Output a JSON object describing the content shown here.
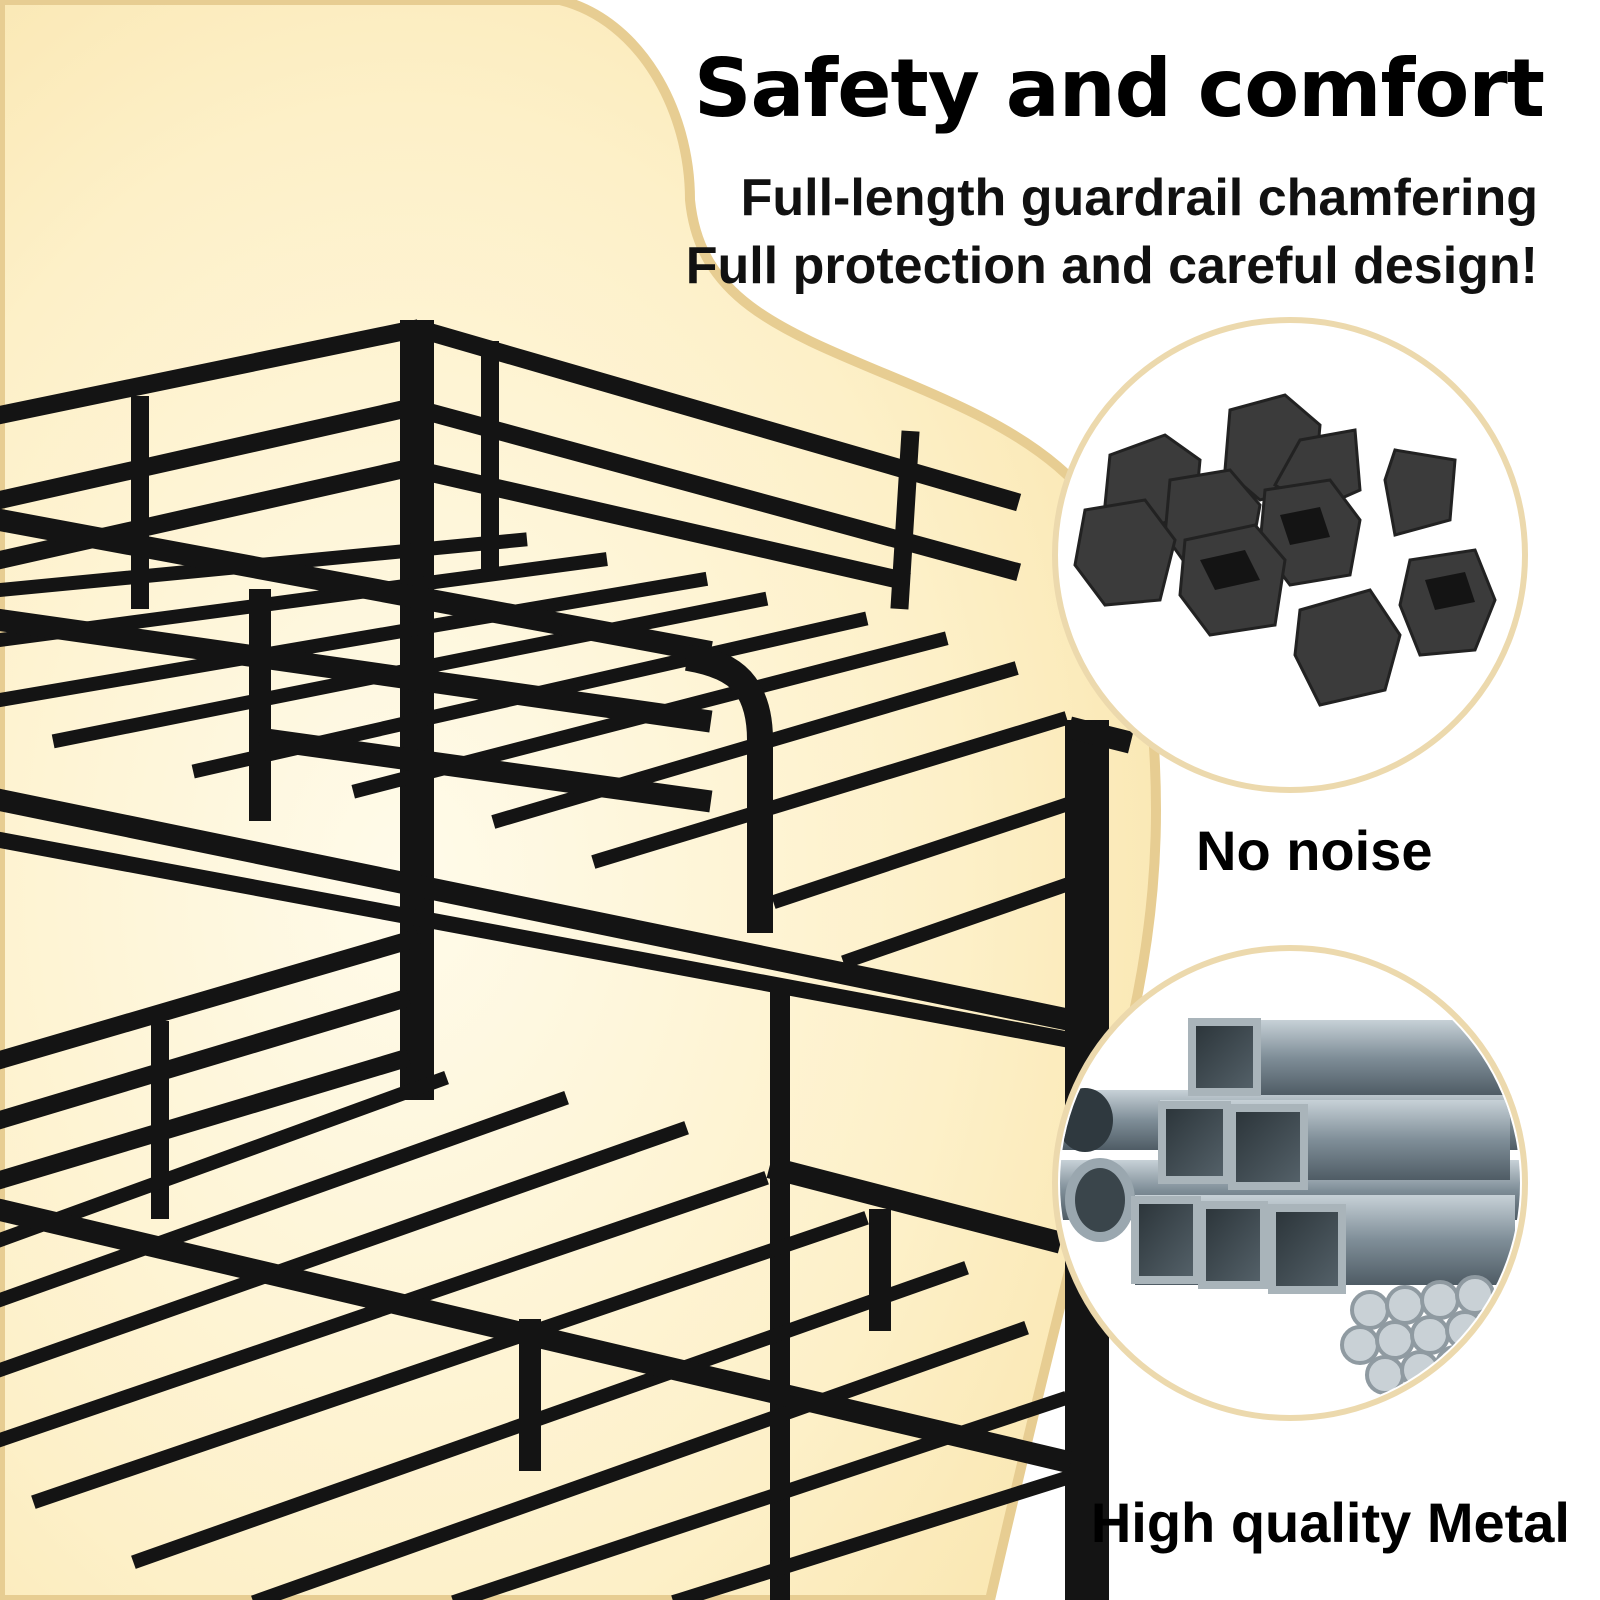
{
  "headline": "Safety and comfort",
  "subtitle_lines": [
    "Full-length guardrail chamfering",
    "Full protection and careful design!"
  ],
  "features": [
    {
      "label": "No noise",
      "image": "rubber-foot-caps"
    },
    {
      "label": "High quality Metal",
      "image": "steel-tubes"
    }
  ],
  "colors": {
    "background_cream": "#fdf0c8",
    "blob_border": "#e7cd92",
    "bed_frame": "#141414",
    "rubber_cap": "#3b3b3b",
    "steel": "#8d9ba4"
  }
}
